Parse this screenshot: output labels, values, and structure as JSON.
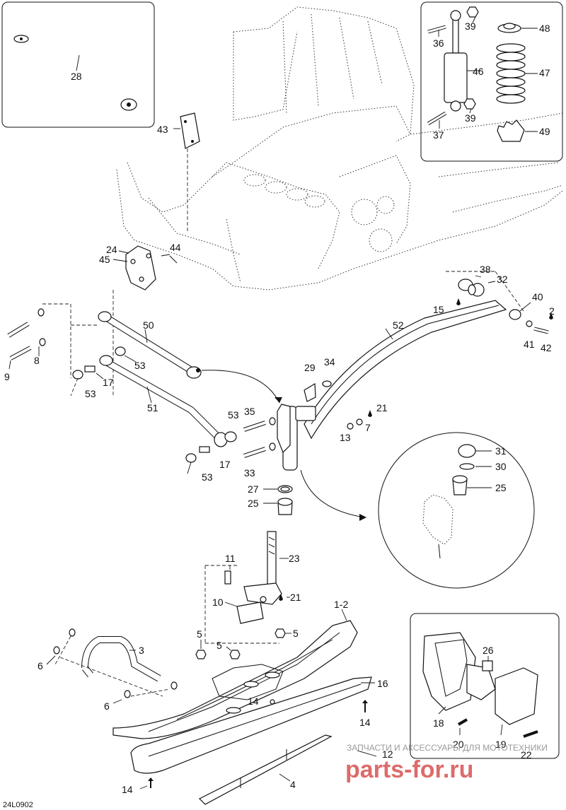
{
  "diagram": {
    "code": "24L0902",
    "callouts": {
      "c28": "28",
      "c43": "43",
      "c36": "36",
      "c39a": "39",
      "c39b": "39",
      "c46": "46",
      "c37": "37",
      "c48": "48",
      "c47": "47",
      "c49": "49",
      "c24": "24",
      "c44": "44",
      "c45": "45",
      "c38": "38",
      "c32": "32",
      "c15": "15",
      "c40": "40",
      "c2": "2",
      "c41": "41",
      "c42": "42",
      "c52": "52",
      "c9": "9",
      "c8": "8",
      "c50": "50",
      "c53a": "53",
      "c17a": "17",
      "c53b": "53",
      "c51": "51",
      "c53c": "53",
      "c17b": "17",
      "c53d": "53",
      "c29": "29",
      "c34": "34",
      "c35": "35",
      "c21a": "21",
      "c7": "7",
      "c13": "13",
      "c33": "33",
      "c27": "27",
      "c25a": "25",
      "c31": "31",
      "c30": "30",
      "c25b": "25",
      "c11": "11",
      "c23": "23",
      "c10": "10",
      "c21b": "21",
      "c12": "1-2",
      "c3": "3",
      "c5a": "5",
      "c5b": "5",
      "c5c": "5",
      "c6a": "6",
      "c6b": "6",
      "c16": "16",
      "c14a": "14",
      "c14b": "14",
      "c14c": "14",
      "c12b": "12",
      "c4": "4",
      "c26": "26",
      "c18": "18",
      "c20": "20",
      "c19": "19",
      "c22": "22"
    }
  },
  "watermark": {
    "tagline": "ЗАПЧАСТИ И АКСЕССУАРЫ ДЛЯ МОТОТЕХНИКИ",
    "brand": "parts-for.ru"
  },
  "colors": {
    "line": "#111111",
    "watermark": "#d23a3a",
    "watermark_gray": "#9a9a9a"
  }
}
